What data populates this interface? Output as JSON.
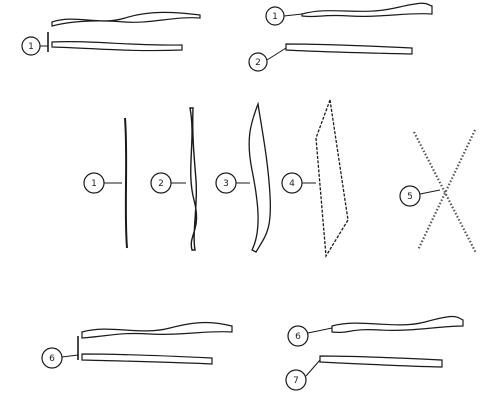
{
  "colors": {
    "background": "#ffffff",
    "stroke": "#1a1a1a",
    "dots": "#555555"
  },
  "callouts": {
    "top_left": "1",
    "top_right_upper": "1",
    "top_right_lower": "2",
    "middle_1": "1",
    "middle_2": "2",
    "middle_3": "3",
    "middle_4": "4",
    "middle_5": "5",
    "bottom_left": "6",
    "bottom_right_upper": "6",
    "bottom_right_lower": "7"
  }
}
